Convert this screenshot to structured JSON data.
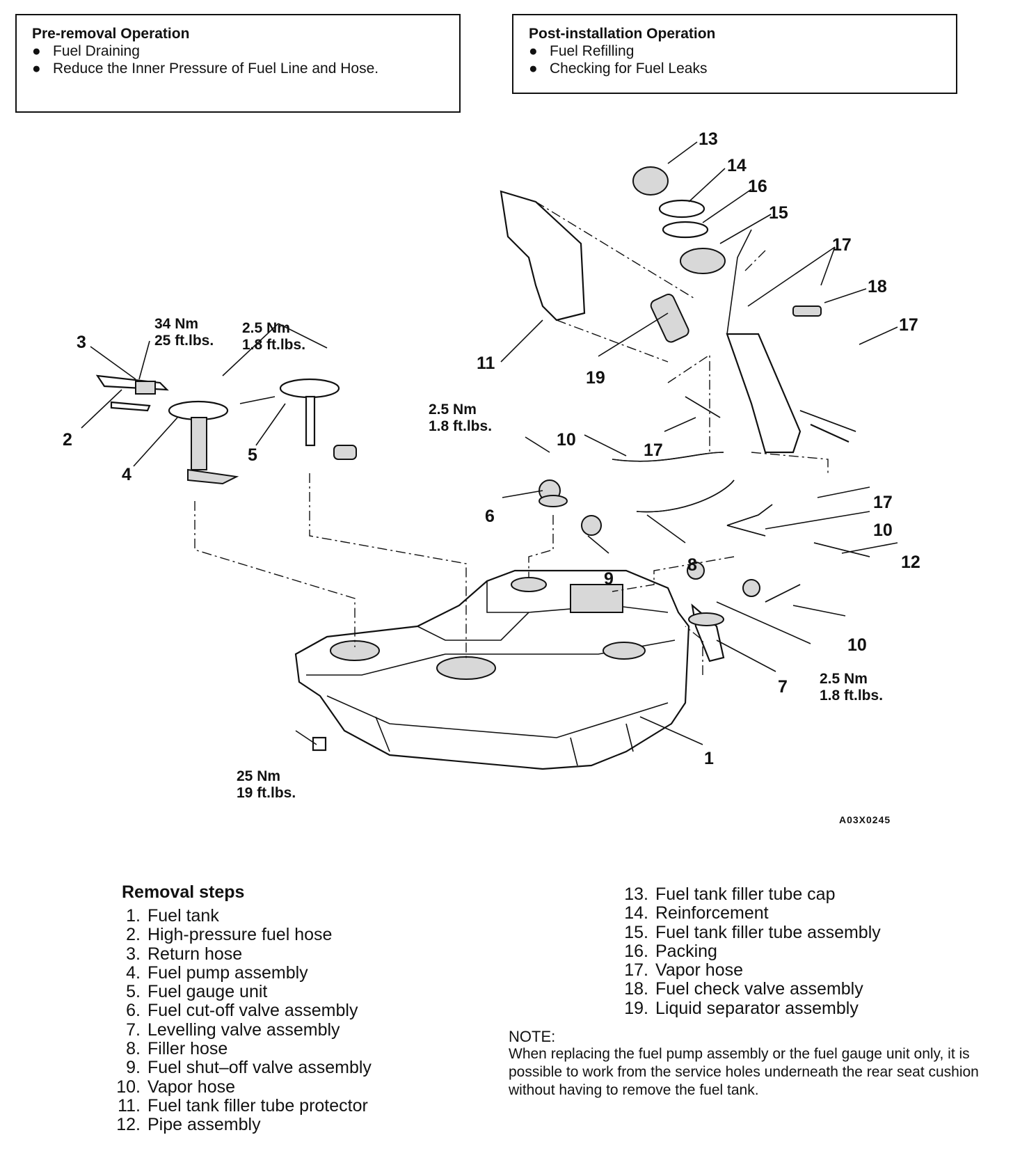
{
  "pre_removal": {
    "title": "Pre-removal Operation",
    "items": [
      "Fuel Draining",
      "Reduce the Inner Pressure of Fuel Line and Hose."
    ]
  },
  "post_installation": {
    "title": "Post-installation Operation",
    "items": [
      "Fuel Refilling",
      "Checking for Fuel Leaks"
    ]
  },
  "diagram": {
    "callouts": [
      "13",
      "14",
      "16",
      "15",
      "17",
      "18",
      "17",
      "11",
      "19",
      "3",
      "2",
      "4",
      "5",
      "2.5 Nm",
      "10",
      "17",
      "6",
      "8",
      "9",
      "17",
      "10",
      "12",
      "10",
      "7",
      "1"
    ],
    "torques": {
      "t1": [
        "34 Nm",
        "25 ft.lbs."
      ],
      "t2": [
        "2.5 Nm",
        "1.8 ft.lbs."
      ],
      "t3": [
        "2.5 Nm",
        "1.8 ft.lbs."
      ],
      "t4": [
        "2.5 Nm",
        "1.8 ft.lbs."
      ],
      "t5": [
        "25 Nm",
        "19 ft.lbs."
      ]
    },
    "code": "A03X0245"
  },
  "removal": {
    "title": "Removal steps",
    "left": [
      {
        "n": "1.",
        "t": "Fuel tank"
      },
      {
        "n": "2.",
        "t": "High-pressure fuel hose"
      },
      {
        "n": "3.",
        "t": "Return hose"
      },
      {
        "n": "4.",
        "t": "Fuel pump assembly"
      },
      {
        "n": "5.",
        "t": "Fuel gauge unit"
      },
      {
        "n": "6.",
        "t": "Fuel cut-off valve assembly"
      },
      {
        "n": "7.",
        "t": "Levelling valve assembly"
      },
      {
        "n": "8.",
        "t": "Filler hose"
      },
      {
        "n": "9.",
        "t": "Fuel shut–off valve assembly"
      },
      {
        "n": "10.",
        "t": "Vapor hose"
      },
      {
        "n": "11.",
        "t": "Fuel tank filler tube protector"
      },
      {
        "n": "12.",
        "t": "Pipe assembly"
      }
    ],
    "right": [
      {
        "n": "13.",
        "t": "Fuel tank filler tube cap"
      },
      {
        "n": "14.",
        "t": "Reinforcement"
      },
      {
        "n": "15.",
        "t": "Fuel tank filler tube assembly"
      },
      {
        "n": "16.",
        "t": "Packing"
      },
      {
        "n": "17.",
        "t": "Vapor hose"
      },
      {
        "n": "18.",
        "t": "Fuel check valve assembly"
      },
      {
        "n": "19.",
        "t": "Liquid separator assembly"
      }
    ]
  },
  "note": {
    "title": "NOTE:",
    "text": "When replacing the fuel pump assembly or the fuel gauge unit only, it is possible to work from the service holes underneath the rear seat cushion without having to remove the fuel tank."
  }
}
